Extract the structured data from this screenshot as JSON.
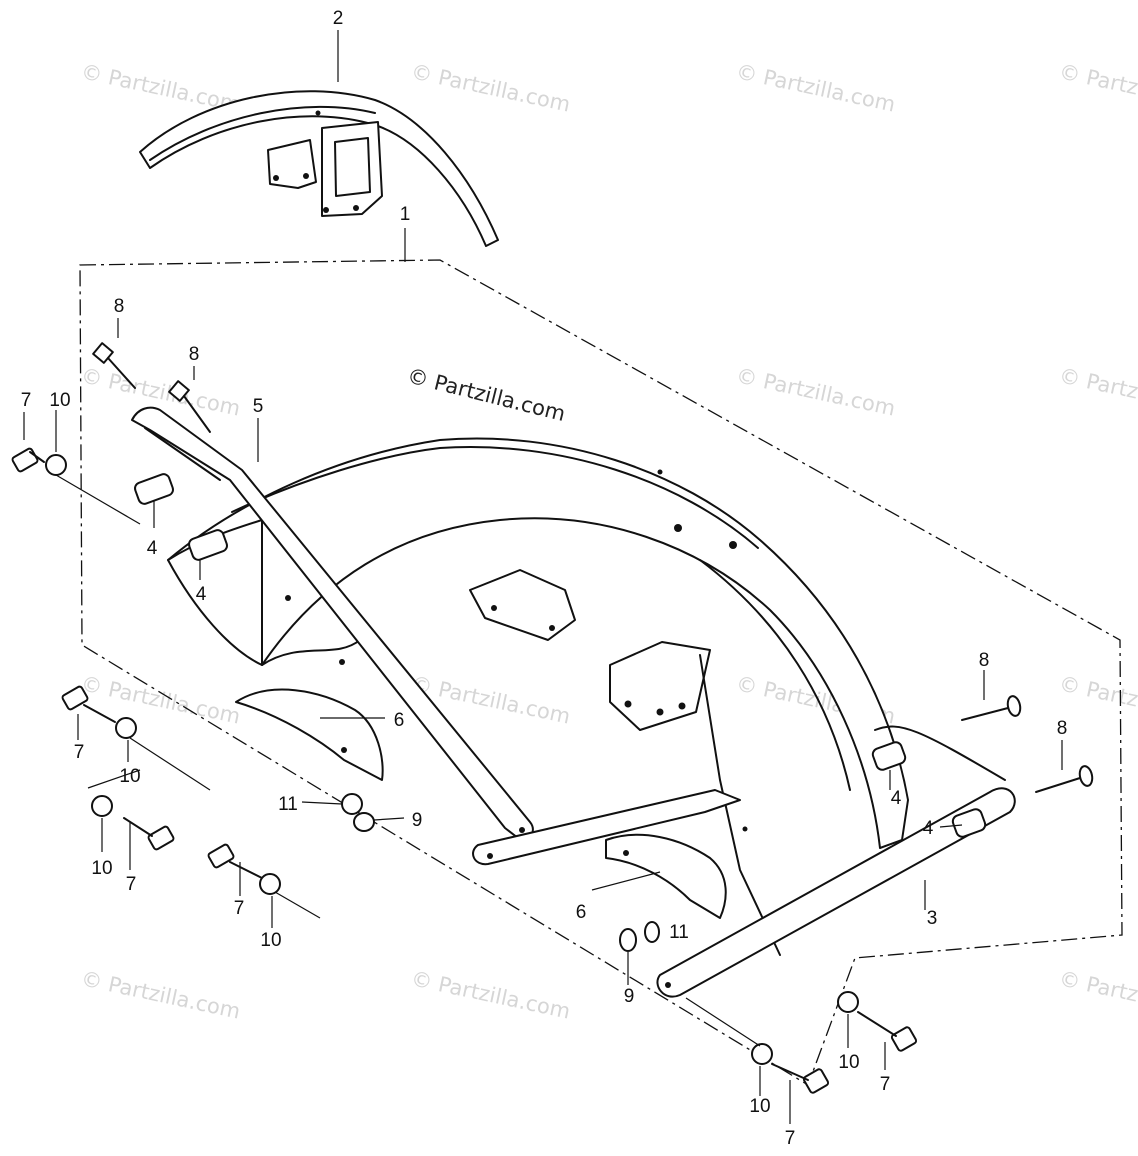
{
  "watermark": {
    "repeat": "© Partzilla.com",
    "center": "© Partzilla.com"
  },
  "callouts": {
    "c1": "1",
    "c2": "2",
    "c3": "3",
    "c4a": "4",
    "c4b": "4",
    "c4c": "4",
    "c4d": "4",
    "c5": "5",
    "c6a": "6",
    "c6b": "6",
    "c7a": "7",
    "c7b": "7",
    "c7c": "7",
    "c7d": "7",
    "c7e": "7",
    "c7f": "7",
    "c8a": "8",
    "c8b": "8",
    "c8c": "8",
    "c8d": "8",
    "c9a": "9",
    "c9b": "9",
    "c10a": "10",
    "c10b": "10",
    "c10c": "10",
    "c10d": "10",
    "c10e": "10",
    "c10f": "10",
    "c11a": "11",
    "c11b": "11"
  }
}
